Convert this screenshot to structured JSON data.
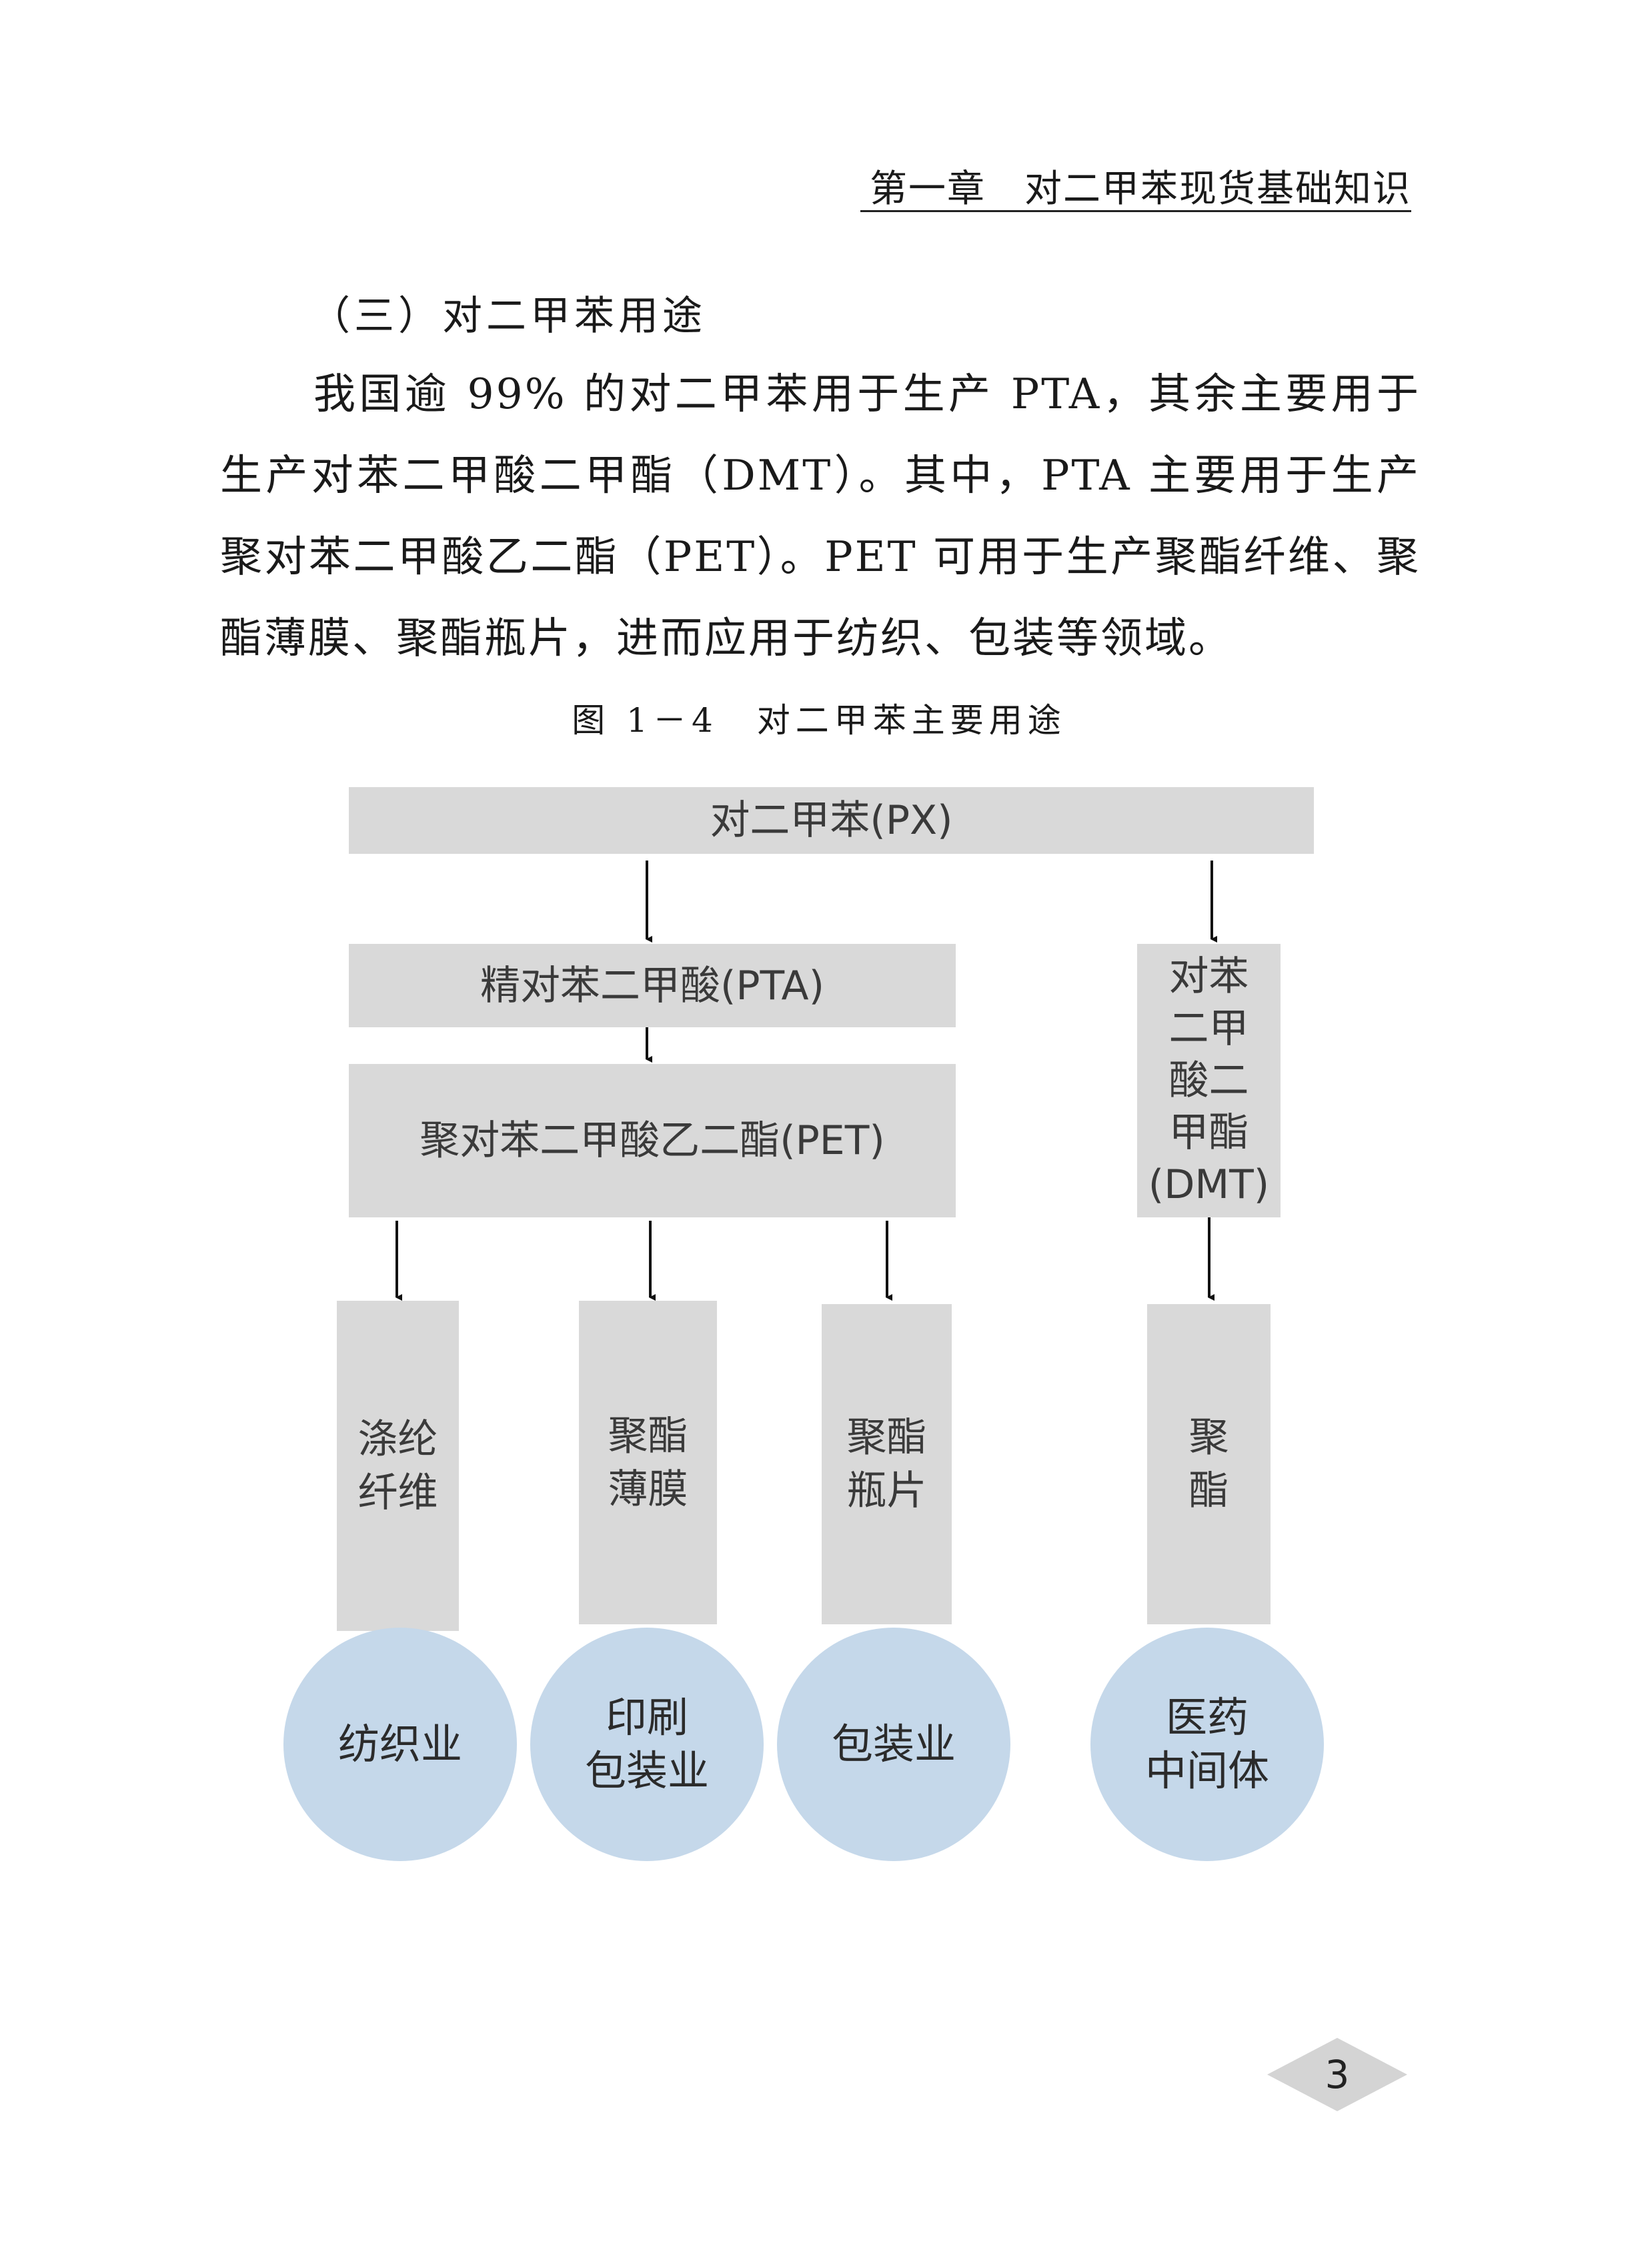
{
  "header": {
    "chapter_title": "第一章　对二甲苯现货基础知识"
  },
  "section": {
    "heading": "（三）对二甲苯用途",
    "paragraph": "我国逾 99% 的对二甲苯用于生产 PTA，其余主要用于生产对苯二甲酸二甲酯（DMT）。其中，PTA 主要用于生产聚对苯二甲酸乙二酯（PET）。PET 可用于生产聚酯纤维、聚酯薄膜、聚酯瓶片，进而应用于纺织、包装等领域。"
  },
  "figure": {
    "caption": "图 1－4　对二甲苯主要用途",
    "top_box": "对二甲苯(PX)",
    "pta_box": "精对苯二甲酸(PTA)",
    "pet_box": "聚对苯二甲酸乙二酯(PET)",
    "dmt_box": "对苯\n二甲\n酸二\n甲酯\n(DMT)",
    "products": [
      "涤纶\n纤维",
      "聚酯\n薄膜",
      "聚酯\n瓶片",
      "聚\n酯"
    ],
    "industries": [
      "纺织业",
      "印刷\n包装业",
      "包装业",
      "医药\n中间体"
    ]
  },
  "page": {
    "number": "3"
  }
}
